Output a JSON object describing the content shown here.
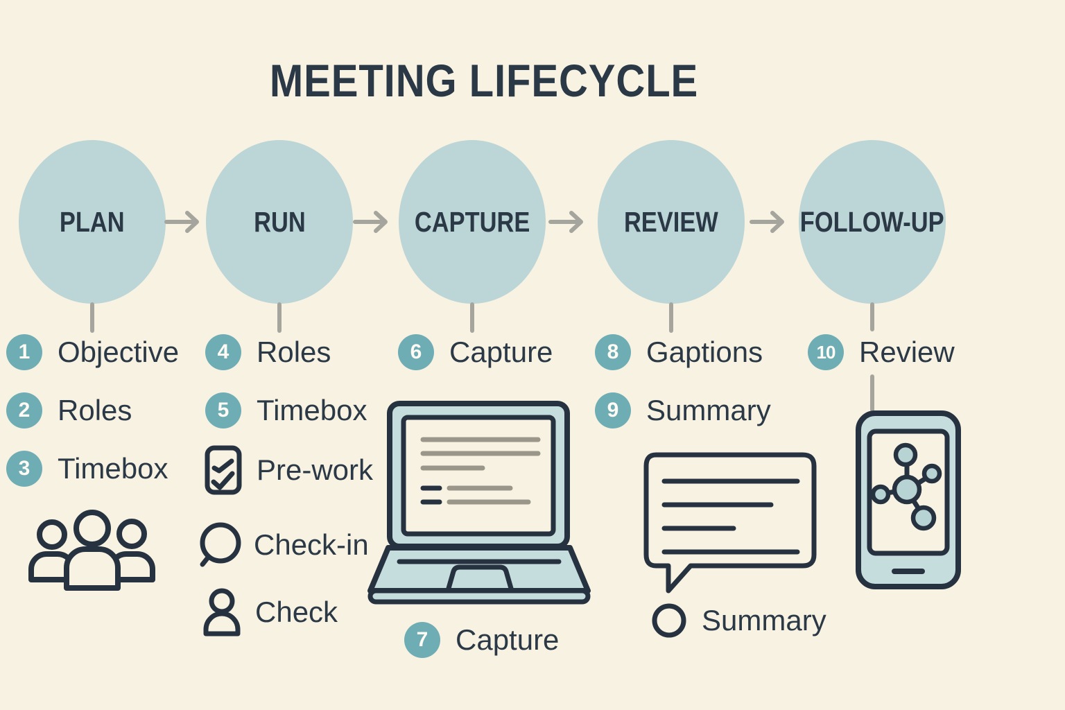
{
  "title": "MEETING LIFECYCLE",
  "stages": [
    {
      "label": "PLAN"
    },
    {
      "label": "RUN"
    },
    {
      "label": "CAPTURE"
    },
    {
      "label": "REVIEW"
    },
    {
      "label": "FOLLOW-UP"
    }
  ],
  "columns": {
    "plan": {
      "items": [
        {
          "number": "1",
          "label": "Objective"
        },
        {
          "number": "2",
          "label": "Roles"
        },
        {
          "number": "3",
          "label": "Timebox"
        }
      ],
      "icon": "people-icon"
    },
    "run": {
      "items": [
        {
          "number": "4",
          "label": "Roles"
        },
        {
          "number": "5",
          "label": "Timebox"
        }
      ],
      "icon_items": [
        {
          "icon": "checklist-icon",
          "label": "Pre-work"
        },
        {
          "icon": "speech-bubble-icon",
          "label": "Check-in"
        },
        {
          "icon": "person-icon",
          "label": "Check"
        }
      ]
    },
    "capture": {
      "items": [
        {
          "number": "6",
          "label": "Capture"
        },
        {
          "number": "7",
          "label": "Capture"
        }
      ],
      "icon": "laptop-icon"
    },
    "review": {
      "items": [
        {
          "number": "8",
          "label": "Gaptions"
        },
        {
          "number": "9",
          "label": "Summary"
        }
      ],
      "icon_items": [
        {
          "icon": "circle-icon",
          "label": "Summary"
        }
      ],
      "icon": "speech-bubble-large-icon"
    },
    "followup": {
      "items": [
        {
          "number": "10",
          "label": "Review"
        }
      ],
      "icon": "phone-network-icon"
    }
  },
  "colors": {
    "background": "#f8f2e2",
    "ellipse": "#bcd5d6",
    "badge": "#6fadb5",
    "text_dark": "#2b3947",
    "icon_stroke": "#26323f",
    "connector_gray": "#a6a59d",
    "device_fill": "#c6dddd",
    "screen_line_gray": "#9b968a",
    "node_fill": "#b7d3d3"
  }
}
